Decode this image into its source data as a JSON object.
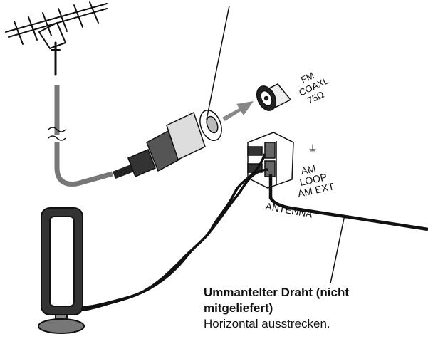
{
  "jack": {
    "line1": "FM",
    "line2": "COAXL",
    "line3": "75Ω"
  },
  "terminal": {
    "ground_symbol": "⏚",
    "am": "AM",
    "loop": "LOOP",
    "am_ext": "AM EXT",
    "antenna": "ANTENNA"
  },
  "caption": {
    "line1": "Ummantelter Draht (nicht",
    "line2": "mitgeliefert)",
    "line3": "Horizontal ausstrecken."
  }
}
